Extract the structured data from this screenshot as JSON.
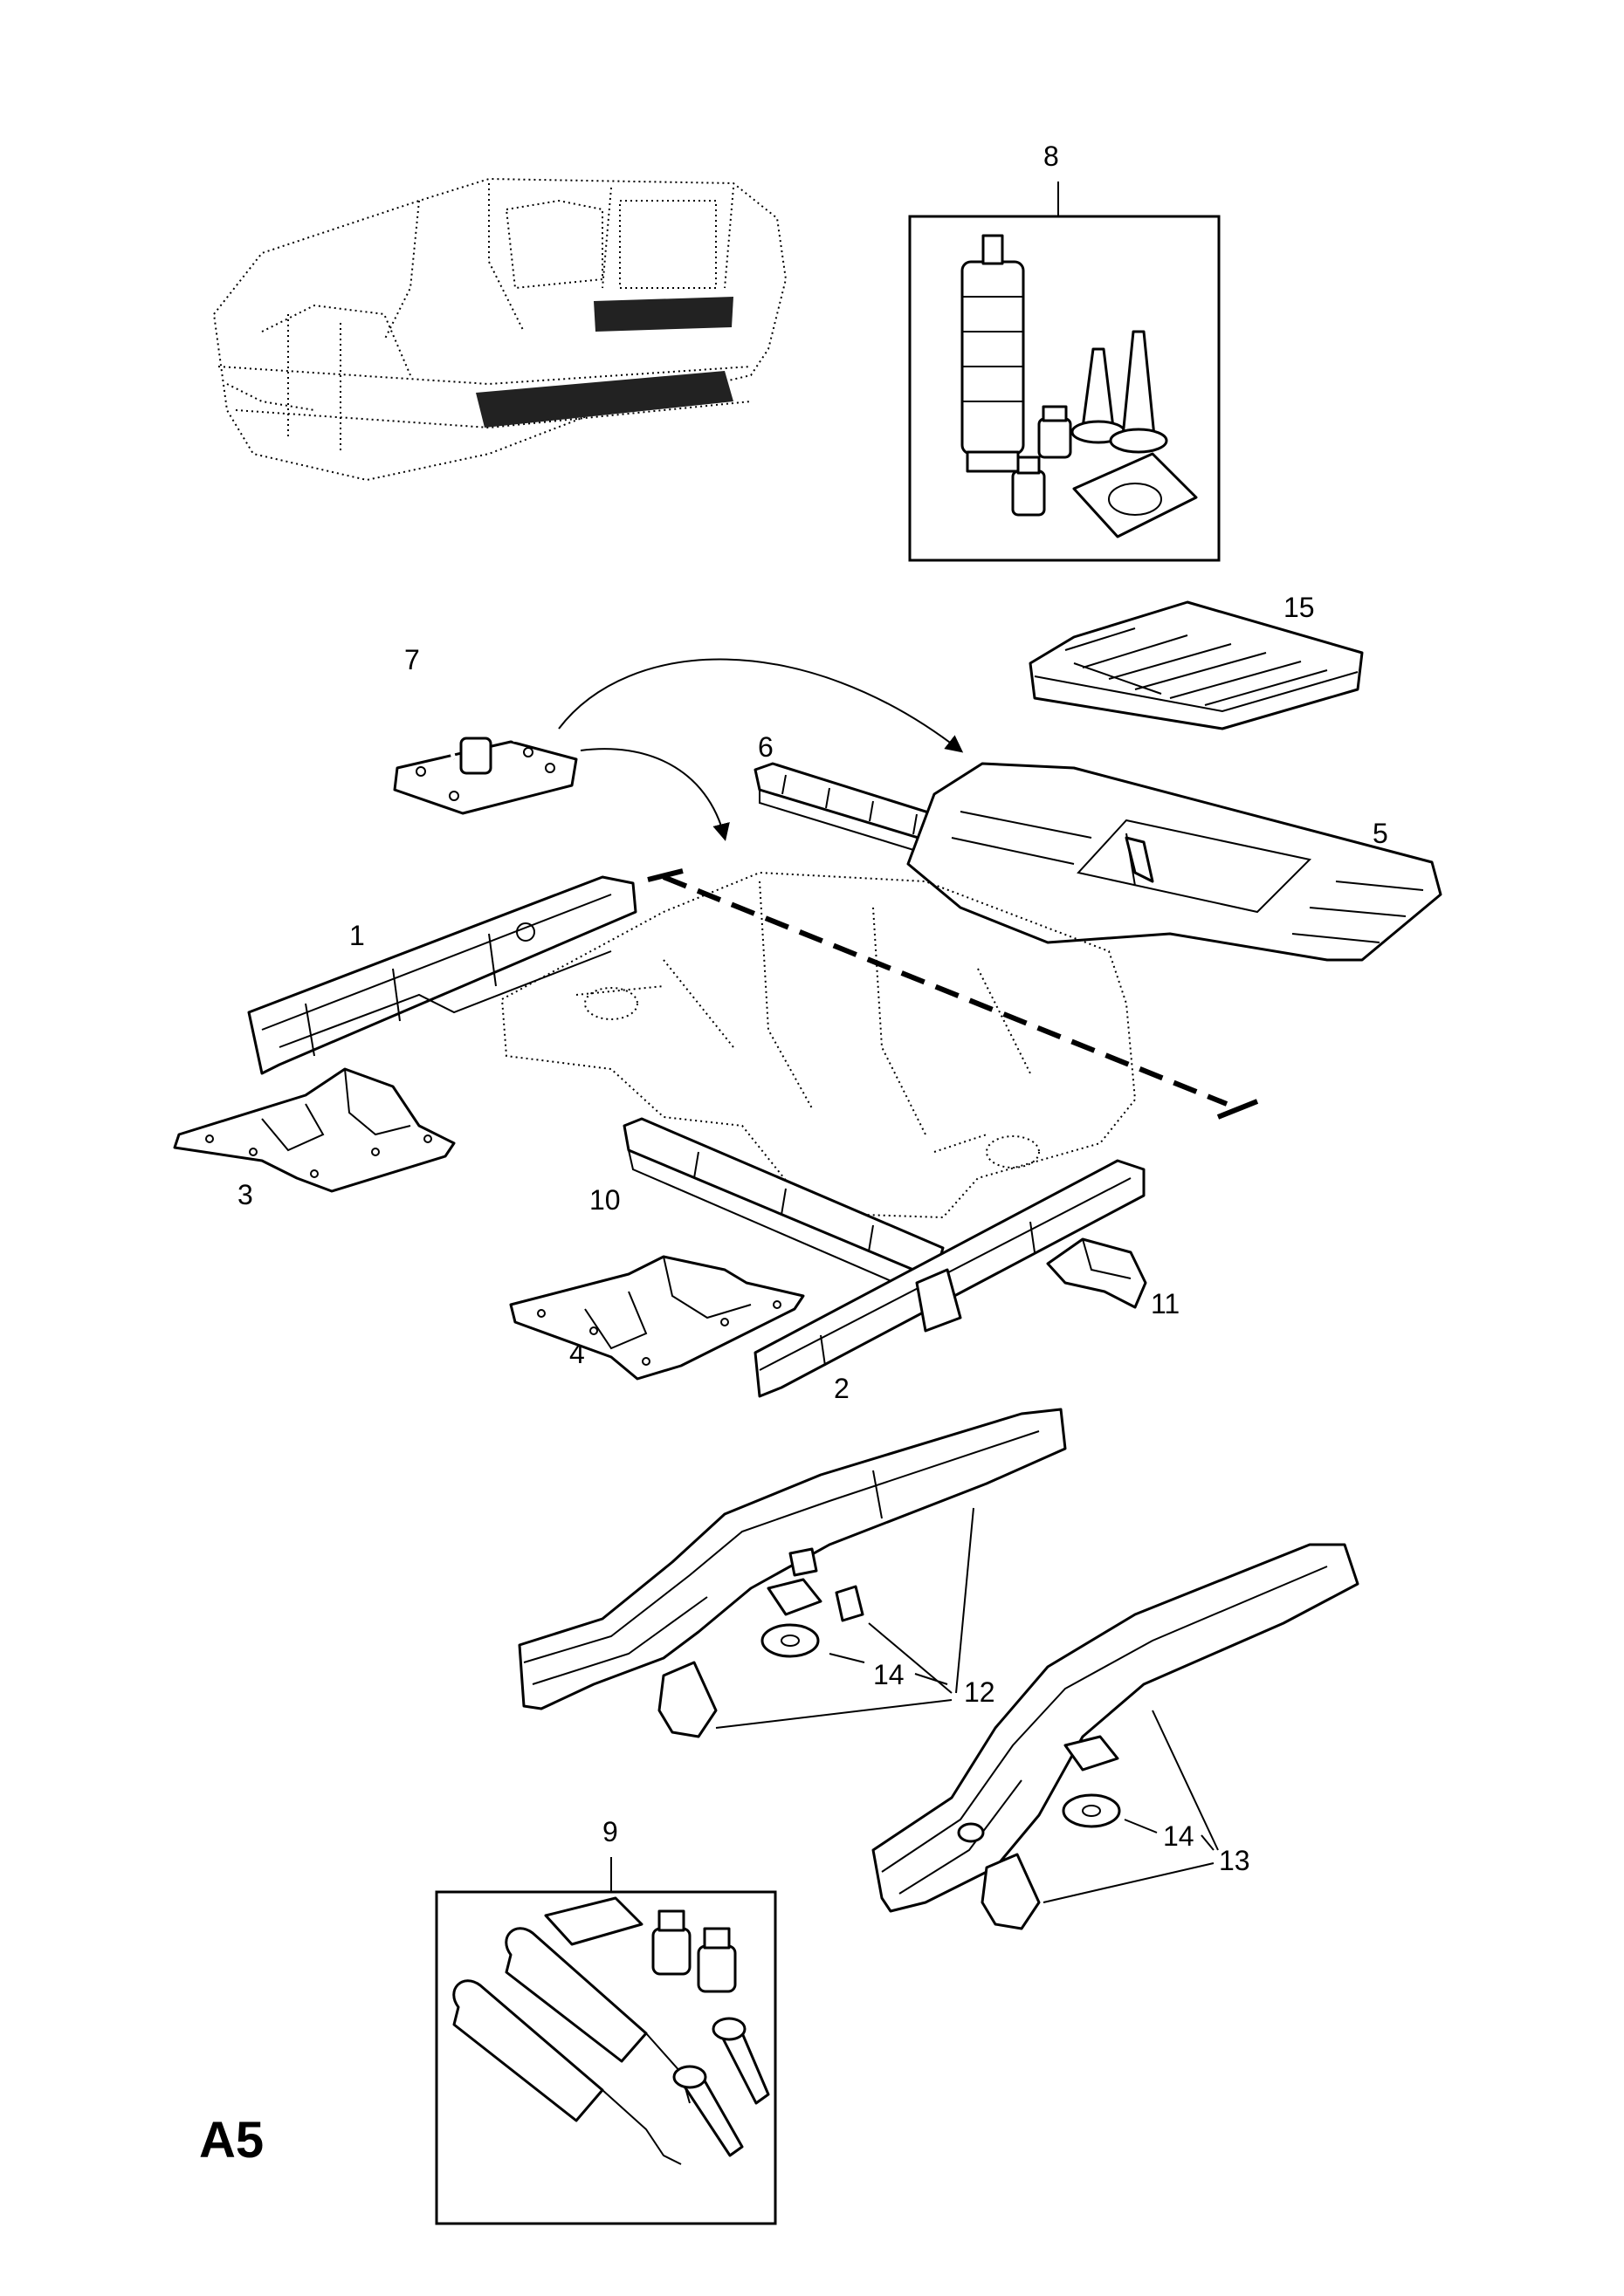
{
  "page_code": "A5",
  "callouts": {
    "c1": "1",
    "c2": "2",
    "c3": "3",
    "c4": "4",
    "c5": "5",
    "c6": "6",
    "c7": "7",
    "c8": "8",
    "c9": "9",
    "c10": "10",
    "c11": "11",
    "c12": "12",
    "c13": "13",
    "c14a": "14",
    "c14b": "14",
    "c15": "15"
  }
}
